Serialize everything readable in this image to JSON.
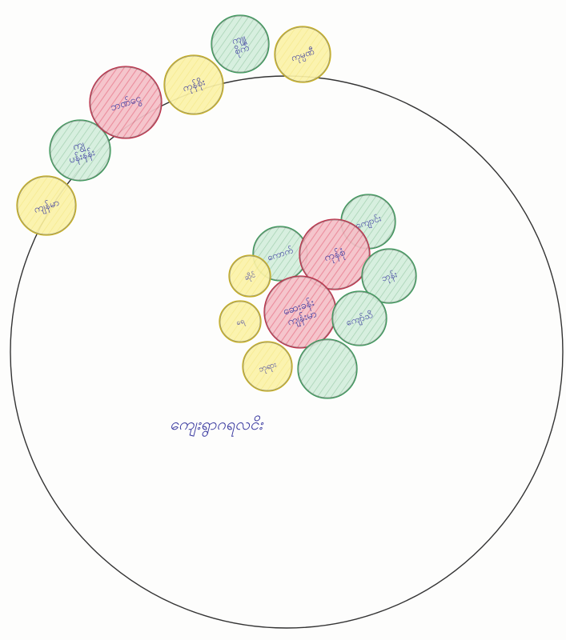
{
  "diagram": {
    "village_label": "ကျေးရွာဂရလငိး",
    "colors": {
      "big_circle_stroke": "#333333",
      "text_ink": "#3a3aa0",
      "red": {
        "fill": "#f4c0c8",
        "stroke": "#c0304a",
        "hatch": "#e0506a"
      },
      "green": {
        "fill": "#d4eedc",
        "stroke": "#3a9a5a",
        "hatch": "#2e8a4a"
      },
      "yellow": {
        "fill": "#fbf2a8",
        "stroke": "#c8b020",
        "hatch": "#e8d040"
      }
    },
    "nodes": [
      {
        "id": "outer-1",
        "color": "yellow",
        "label": "ကျန်မာ"
      },
      {
        "id": "outer-2",
        "color": "green",
        "label": "ကျွ ပန်းနန်း"
      },
      {
        "id": "outer-3",
        "color": "red",
        "label": "ဘဏ်ငွေ"
      },
      {
        "id": "outer-4",
        "color": "yellow",
        "label": "ကုန်စိုး"
      },
      {
        "id": "outer-5",
        "color": "green",
        "label": "ကျူ စိုက်"
      },
      {
        "id": "outer-6",
        "color": "yellow",
        "label": "ကုမ္ပဏီ"
      },
      {
        "id": "inner-1",
        "color": "green",
        "label": "ကျောင်း"
      },
      {
        "id": "inner-2",
        "color": "green",
        "label": "ကောက်"
      },
      {
        "id": "inner-3",
        "color": "red",
        "label": "ကုန်စုံ"
      },
      {
        "id": "inner-4",
        "color": "yellow",
        "label": "ဆိုင်"
      },
      {
        "id": "inner-5",
        "color": "green",
        "label": "ဘုန်း"
      },
      {
        "id": "inner-6",
        "color": "red",
        "label": "ဆေးခန်း ကျန်းမာ"
      },
      {
        "id": "inner-7",
        "color": "green",
        "label": "ကျော်သိ"
      },
      {
        "id": "inner-8",
        "color": "yellow",
        "label": "ရေ"
      },
      {
        "id": "inner-9",
        "color": "yellow",
        "label": "ဘုရား"
      },
      {
        "id": "inner-10",
        "color": "green",
        "label": ""
      }
    ]
  }
}
